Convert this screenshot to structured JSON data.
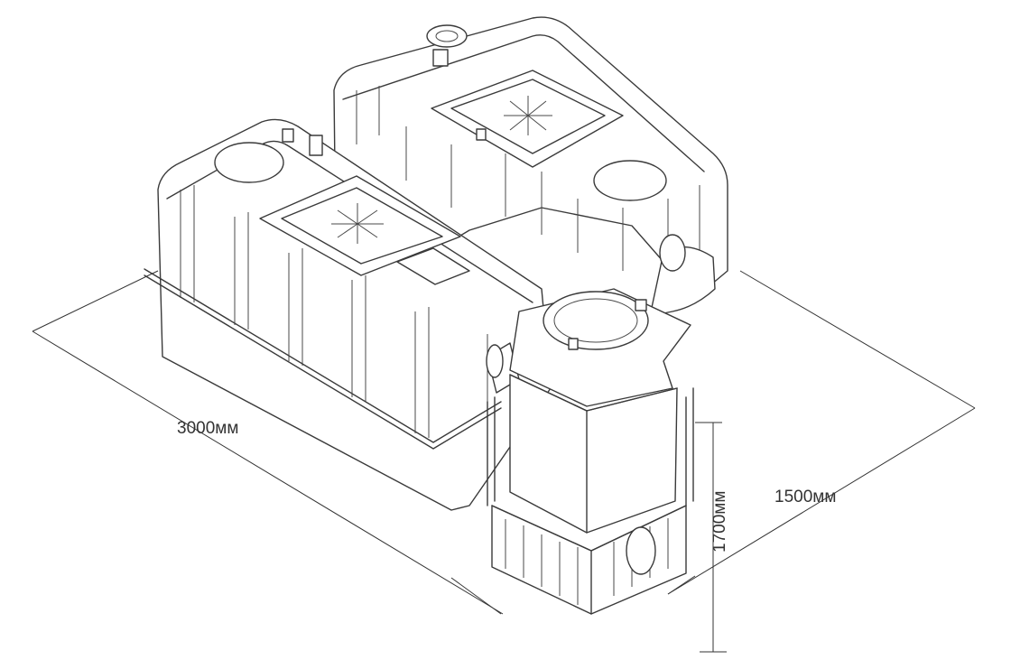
{
  "dimensions": {
    "length": "3000мм",
    "width": "1500мм",
    "height": "1700мм"
  },
  "colors": {
    "line": "#3a3a3a",
    "background": "#ffffff"
  }
}
